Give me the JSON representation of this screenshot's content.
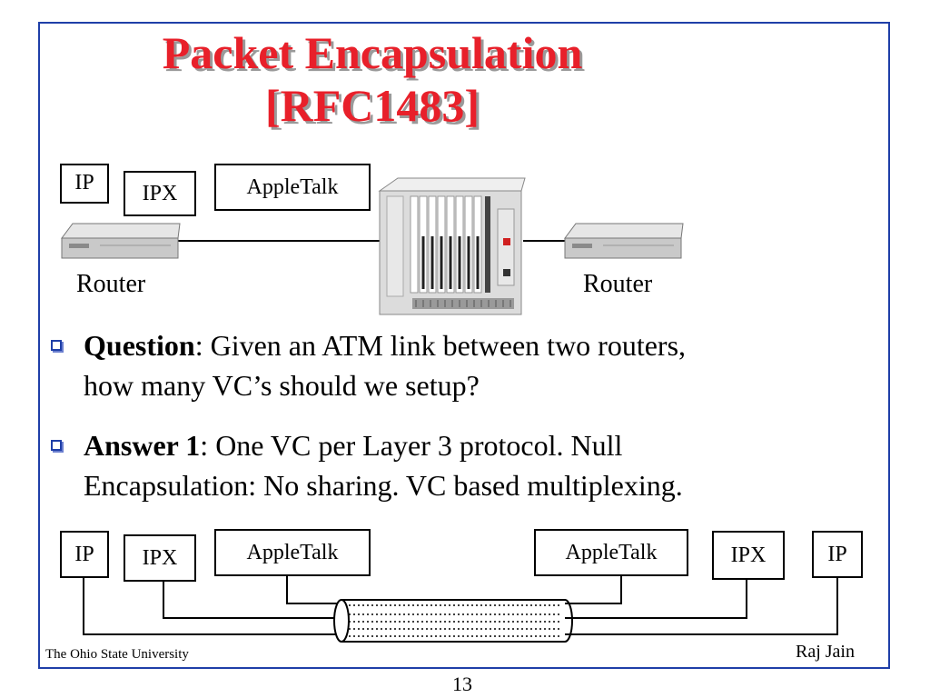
{
  "slide": {
    "title_line1": "Packet Encapsulation",
    "title_line2": "[RFC1483]"
  },
  "top_diagram": {
    "protocols": [
      "IP",
      "IPX",
      "AppleTalk"
    ],
    "left_router_label": "Router",
    "right_router_label": "Router"
  },
  "bullets": [
    {
      "bold": "Question",
      "rest_line1": ": Given an ATM link between two routers,",
      "line2": "how many VC’s should we setup?"
    },
    {
      "bold": "Answer 1",
      "rest_line1": ": One VC per Layer 3 protocol. Null",
      "line2": "Encapsulation: No sharing. VC based multiplexing."
    }
  ],
  "bottom_diagram": {
    "left_protocols": [
      "IP",
      "IPX",
      "AppleTalk"
    ],
    "right_protocols": [
      "AppleTalk",
      "IPX",
      "IP"
    ]
  },
  "footer": {
    "left": "The Ohio State University",
    "right": "Raj Jain",
    "page": "13"
  },
  "colors": {
    "title": "#e8202a",
    "frame": "#1f3fa8"
  }
}
